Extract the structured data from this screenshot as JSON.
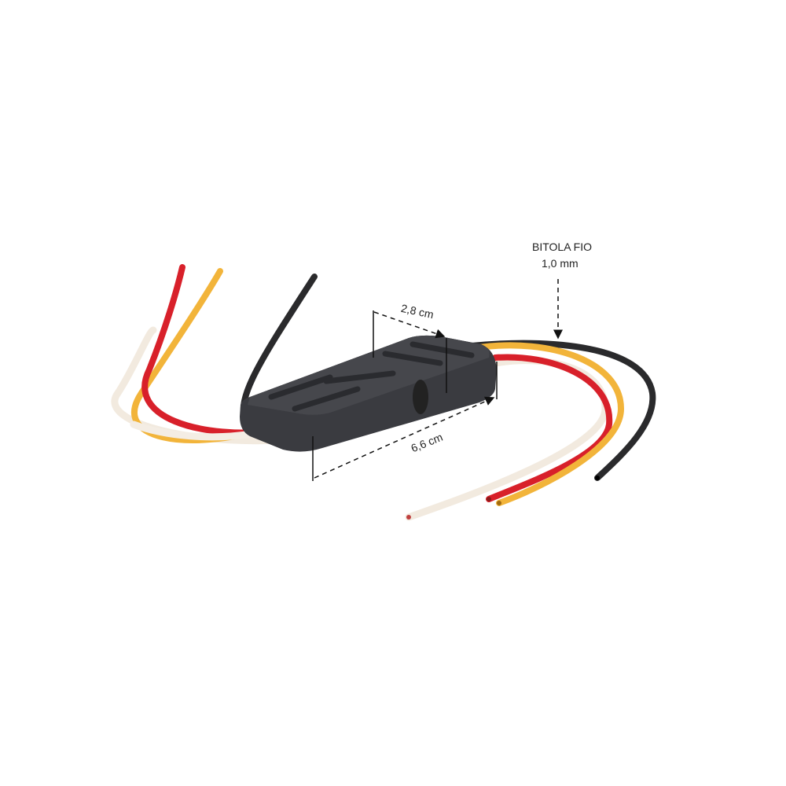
{
  "annotations": {
    "wire_gauge_title": "BITOLA FIO",
    "wire_gauge_value": "1,0 mm",
    "width_label": "2,8 cm",
    "length_label": "6,6 cm"
  },
  "colors": {
    "red": "#d8202a",
    "yellow": "#f2b43a",
    "black": "#2a2a2c",
    "white": "#f4ede4",
    "module": "#3a3b40"
  }
}
